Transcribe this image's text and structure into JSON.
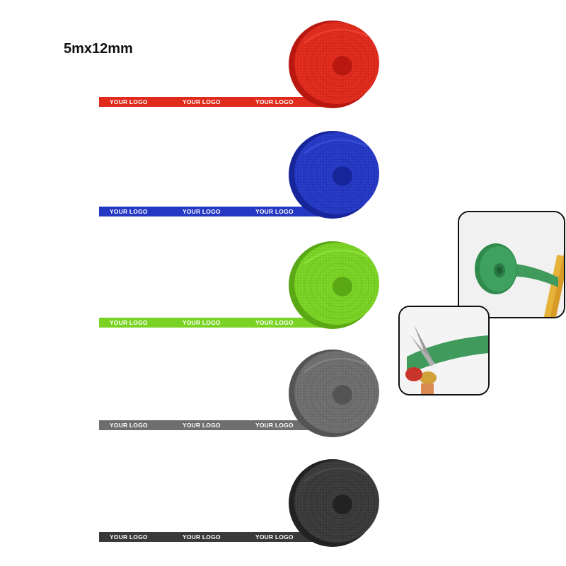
{
  "product": {
    "size_label": "5mx12mm",
    "logo_text": "YOUR LOGO",
    "colors": [
      {
        "name": "red",
        "hex": "#e02a1c",
        "dark": "#b81810",
        "light": "#f24a3a"
      },
      {
        "name": "blue",
        "hex": "#2438c4",
        "dark": "#17259a",
        "light": "#3f55dc"
      },
      {
        "name": "lime-green",
        "hex": "#7ad324",
        "dark": "#5aa814",
        "light": "#98e848"
      },
      {
        "name": "gray",
        "hex": "#6e6e6e",
        "dark": "#545454",
        "light": "#888888"
      },
      {
        "name": "black",
        "hex": "#3a3a3a",
        "dark": "#222222",
        "light": "#505050"
      }
    ]
  },
  "insets": [
    {
      "name": "green-roll-photo",
      "strap_color": "#3f9a5c"
    },
    {
      "name": "scissors-cutting-photo",
      "strap_color": "#3f9a5c"
    }
  ]
}
